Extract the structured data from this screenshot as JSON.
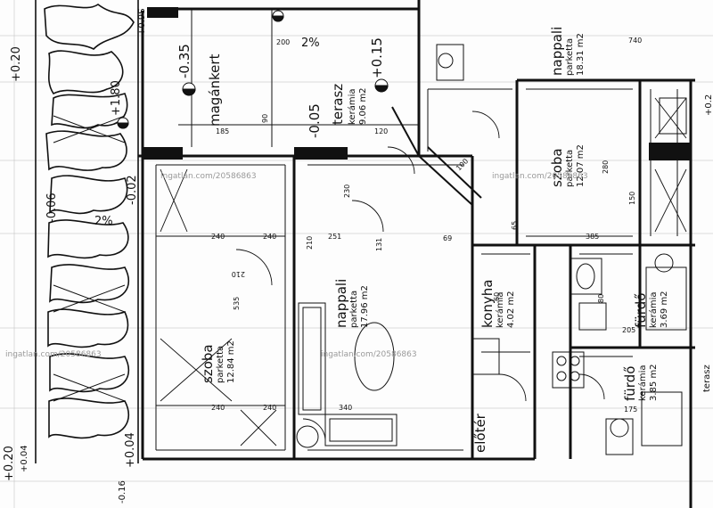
{
  "levels": {
    "top_left": "+0.20",
    "maganakert_level": "-0.35",
    "upper_mid": "-0.05",
    "terasz_level": "+0.15",
    "garden_side": "-0.06",
    "garden_side_b": "-0.02",
    "upper_garden": "+1.80",
    "bottom_left_a": "+0.04",
    "bottom_left_b": "+0.20",
    "bottom_a": "+0.04",
    "bottom_b": "-0.16",
    "top_strip": "+0.9S",
    "right_edge": "+0.2"
  },
  "slopes": {
    "terasz": "2%",
    "garden": "2%"
  },
  "rooms": [
    {
      "id": "maganakert",
      "name": "magánkert",
      "sub": "",
      "area": ""
    },
    {
      "id": "terasz",
      "name": "terasz",
      "sub": "kerámia",
      "area": "9.06 m2"
    },
    {
      "id": "nappali_top",
      "name": "nappali",
      "sub": "parketta",
      "area": "18.31 m2"
    },
    {
      "id": "szoba_right",
      "name": "szoba",
      "sub": "parketta",
      "area": "12.07 m2"
    },
    {
      "id": "nappali",
      "name": "nappali",
      "sub": "parketta",
      "area": "17.96 m2"
    },
    {
      "id": "konyha",
      "name": "konyha",
      "sub": "kerámia",
      "area": "4.02 m2"
    },
    {
      "id": "furdo_right",
      "name": "fürdő",
      "sub": "kerámia",
      "area": "3.69 m2"
    },
    {
      "id": "szoba_left",
      "name": "szoba",
      "sub": "parketta",
      "area": "12.84 m2"
    },
    {
      "id": "furdo",
      "name": "fürdő",
      "sub": "kerámia",
      "area": "3.85 m2"
    },
    {
      "id": "eloter",
      "name": "előtér",
      "sub": "",
      "area": ""
    },
    {
      "id": "terasz_edge",
      "name": "terasz",
      "sub": "",
      "area": ""
    }
  ],
  "dimensions": {
    "d_740": "740",
    "d_210_a": "210",
    "d_230": "230",
    "d_120": "120",
    "d_100": "100",
    "d_280": "280",
    "d_150": "150",
    "d_385": "385",
    "d_240_a": "240",
    "d_240_b": "240",
    "d_240_c": "240",
    "d_240_d": "240",
    "d_535": "535",
    "d_251": "251",
    "d_131": "131",
    "d_69": "69",
    "d_65": "65",
    "d_80": "80",
    "d_205": "205",
    "d_175": "175",
    "d_210_b": "210",
    "d_185": "185",
    "d_200": "200",
    "d_340": "340",
    "d_60": "60",
    "d_90": "90"
  },
  "watermarks": [
    "ingatlan.com/20586863",
    "ingatlan.com/20586863",
    "ingatlan.com/20586863",
    "ingatlan.com/20586863"
  ],
  "colors": {
    "ink": "#111111",
    "paper": "#fdfdfd",
    "watermark": "#9a9a9a"
  }
}
